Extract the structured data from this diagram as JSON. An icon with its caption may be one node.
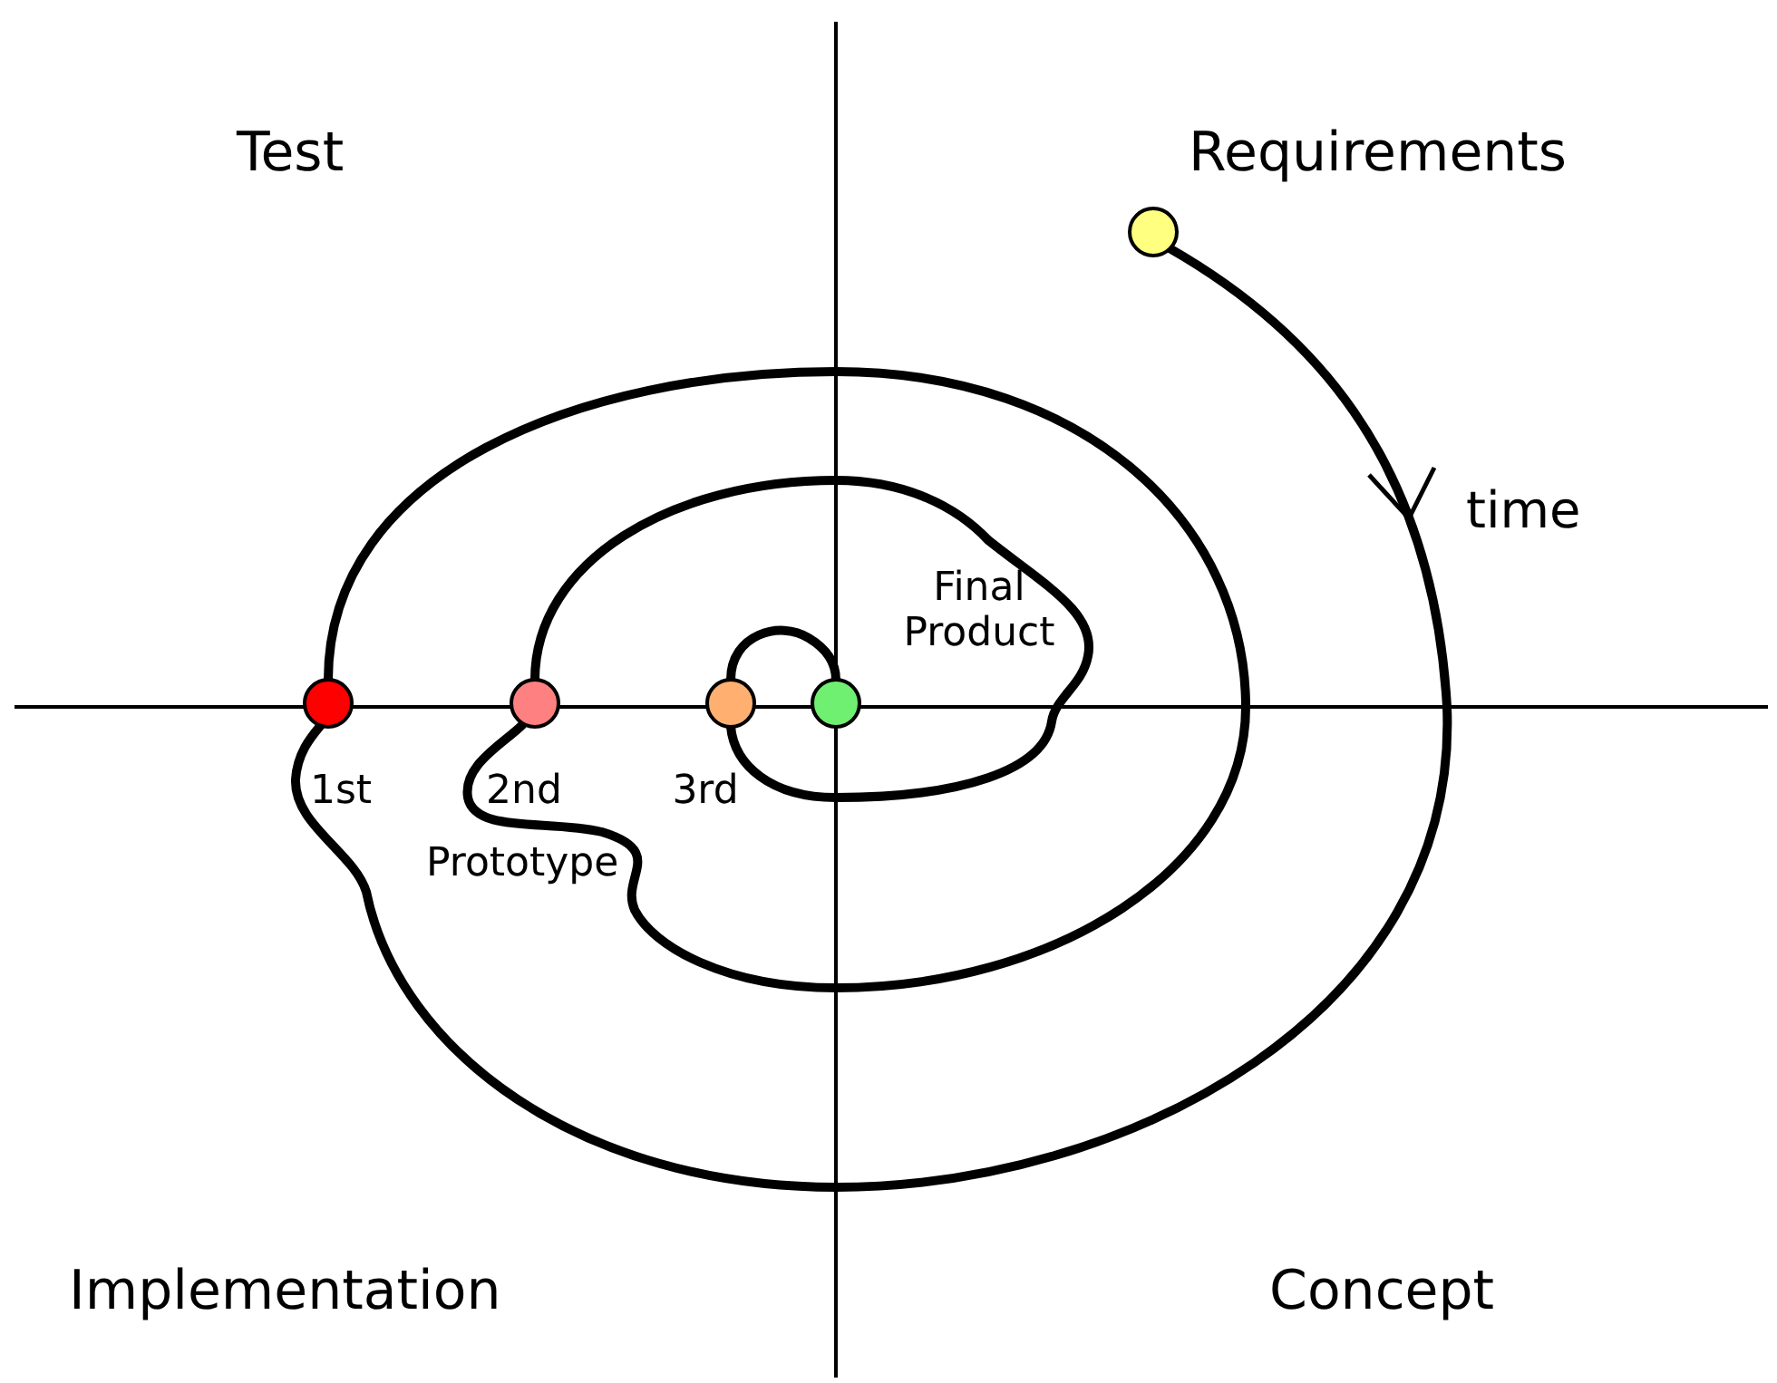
{
  "diagram": {
    "nodes": [
      {
        "text": [],
        "shape": "circle"
      },
      {
        "text": [],
        "shape": "circle",
        "beside": [
          "1st"
        ]
      },
      {
        "text": [],
        "shape": "circle",
        "beside": [
          "2nd"
        ]
      },
      {
        "text": [],
        "shape": "circle",
        "beside": [
          "3rd"
        ]
      },
      {
        "text": [],
        "shape": "circle",
        "beside": [
          "Final Product"
        ]
      }
    ],
    "edges": [
      {
        "from": 0,
        "to": 1,
        "arrow": "to"
      },
      {
        "from": 1,
        "to": 2,
        "arrow": "none"
      },
      {
        "from": 2,
        "to": 3,
        "arrow": "none"
      },
      {
        "from": 3,
        "to": 4,
        "arrow": "none"
      }
    ],
    "labels": [
      "Test",
      "Requirements",
      "time",
      "Prototype",
      "Implementation",
      "Concept"
    ]
  }
}
